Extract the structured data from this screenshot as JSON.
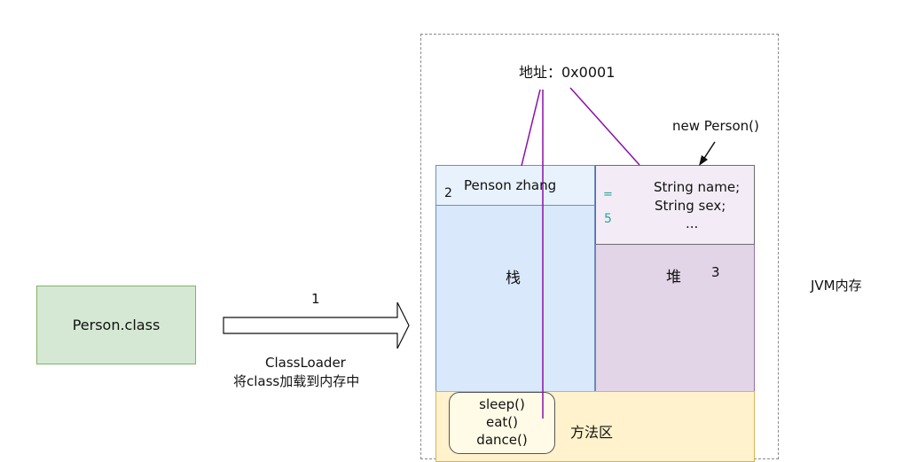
{
  "jvm_label": "JVM内存",
  "class_box": {
    "label": "Person.class"
  },
  "arrow": {
    "step": "1",
    "caption_line1": "ClassLoader",
    "caption_line2": "将class加载到内存中"
  },
  "stack": {
    "header_number": "2",
    "header_text": "Penson zhang",
    "label": "栈"
  },
  "heap": {
    "label": "堆",
    "number": "3"
  },
  "object": {
    "marks_eq": "=",
    "marks_num": "5",
    "field1": "String name;",
    "field2": "String sex;",
    "field3": "..."
  },
  "new_person": "new Person()",
  "address": "地址：0x0001",
  "method_area": {
    "label": "方法区",
    "methods": [
      "sleep()",
      "eat()",
      "dance()"
    ]
  },
  "colors": {
    "connector": "#8b0fa8",
    "class_fill": "#d5e8d4",
    "stack_fill": "#dae8fc",
    "heap_fill": "#e1d5e7",
    "method_fill": "#fff2cc"
  }
}
